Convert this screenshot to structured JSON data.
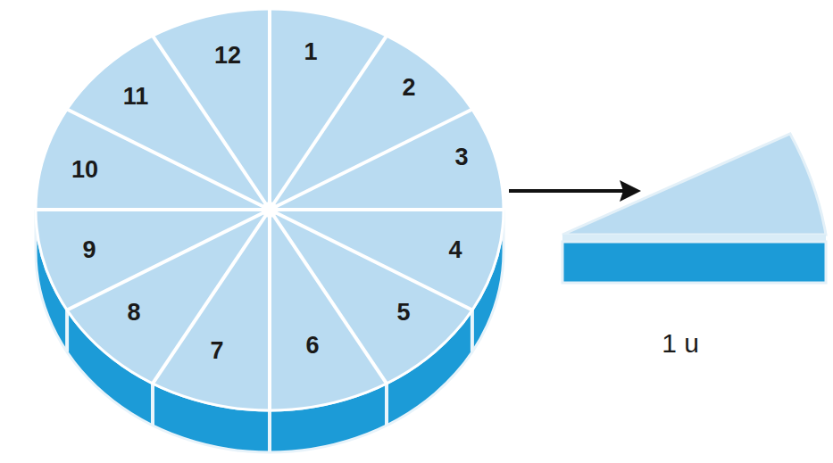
{
  "diagram": {
    "labels": [
      "12",
      "1",
      "2",
      "3",
      "4",
      "5",
      "6",
      "7",
      "8",
      "9",
      "10",
      "11",
      "1 u"
    ]
  }
}
